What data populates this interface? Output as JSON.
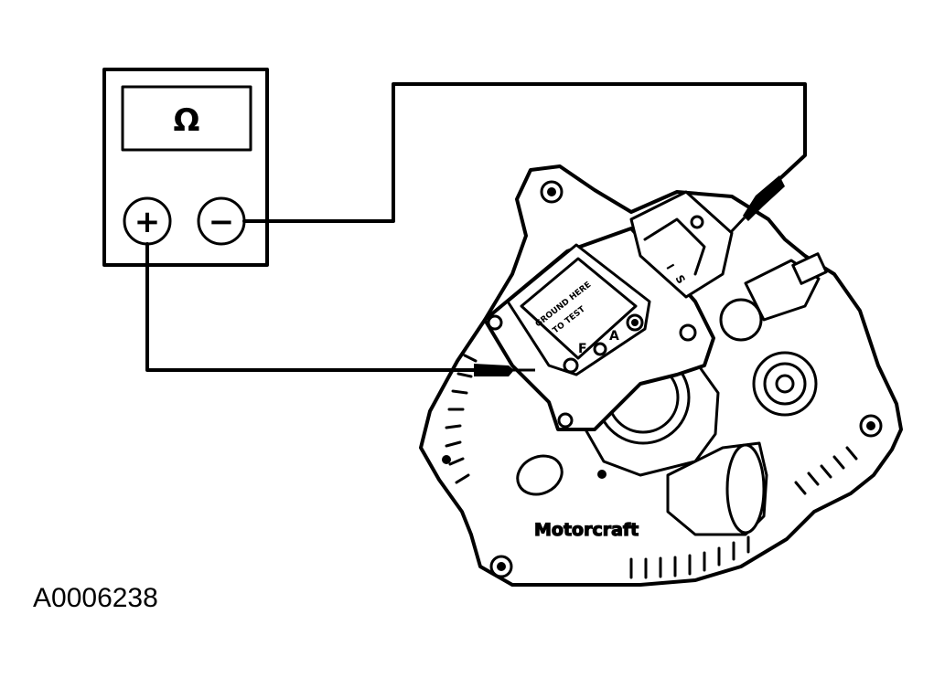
{
  "figure_id": "A0006238",
  "meter": {
    "display_symbol": "Ω",
    "positive_symbol": "+",
    "negative_symbol": "−"
  },
  "regulator": {
    "label_line1": "GROUND HERE",
    "label_line2": "TO TEST",
    "terminals": [
      "F",
      "A",
      "I",
      "S"
    ]
  },
  "brand": "Motorcraft"
}
